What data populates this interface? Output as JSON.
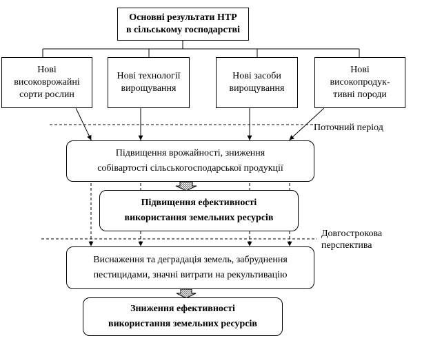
{
  "top": {
    "lines": [
      "Основні результати НТР",
      "в сільському господарстві"
    ]
  },
  "factors": [
    {
      "lines": [
        "Нові",
        "високоврожайні",
        "сорти рослин"
      ]
    },
    {
      "lines": [
        "Нові технології",
        "вирощування"
      ]
    },
    {
      "lines": [
        "Нові засоби",
        "вирощування"
      ]
    },
    {
      "lines": [
        "Нові",
        "високопродук-",
        "тивні породи"
      ]
    }
  ],
  "current": {
    "label": "Поточний період",
    "result": {
      "lines": [
        "Підвищення врожайності, зниження",
        "собівартості сільськогосподарської продукції"
      ]
    },
    "effect": {
      "lines": [
        "Підвищення ефективності",
        "використання земельних ресурсів"
      ]
    }
  },
  "longterm": {
    "label_lines": [
      "Довгострокова",
      "перспектива"
    ],
    "result": {
      "lines": [
        "Виснаження та деградація  земель, забруднення",
        "пестицидами, значні витрати на рекультивацію"
      ]
    },
    "effect": {
      "lines": [
        "Зниження ефективності",
        "використання земельних ресурсів"
      ]
    }
  }
}
